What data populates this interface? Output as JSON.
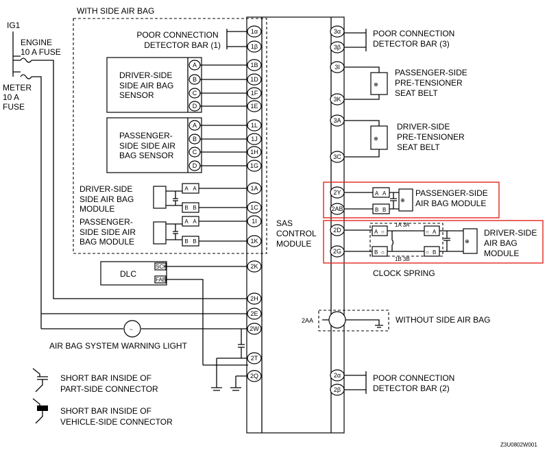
{
  "labels": {
    "with_side_air_bag": "WITH SIDE AIR BAG",
    "ig1": "IG1",
    "engine_fuse": [
      "ENGINE",
      "10 A FUSE"
    ],
    "meter_fuse": [
      "METER",
      "10 A",
      "FUSE"
    ],
    "poor_conn_1": [
      "POOR CONNECTION",
      "DETECTOR BAR (1)"
    ],
    "driver_side_sensor": [
      "DRIVER-SIDE",
      "SIDE AIR BAG",
      "SENSOR"
    ],
    "passenger_side_sensor": [
      "PASSENGER-",
      "SIDE SIDE AIR",
      "BAG SENSOR"
    ],
    "driver_side_module": [
      "DRIVER-SIDE",
      "SIDE AIR BAG",
      "MODULE"
    ],
    "passenger_side_module": [
      "PASSENGER-",
      "SIDE SIDE AIR",
      "BAG MODULE"
    ],
    "dlc": "DLC",
    "warning_light": "AIR BAG SYSTEM WARNING LIGHT",
    "sas_module": [
      "SAS",
      "CONTROL",
      "MODULE"
    ],
    "poor_conn_3": [
      "POOR CONNECTION",
      "DETECTOR BAR (3)"
    ],
    "passenger_pretensioner": [
      "PASSENGER-SIDE",
      "PRE-TENSIONER",
      "SEAT BELT"
    ],
    "driver_pretensioner": [
      "DRIVER-SIDE",
      "PRE-TENSIONER",
      "SEAT BELT"
    ],
    "passenger_airbag": [
      "PASSENGER-SIDE",
      "AIR BAG MODULE"
    ],
    "driver_airbag": [
      "DRIVER-SIDE",
      "AIR BAG",
      "MODULE"
    ],
    "clock_spring": "CLOCK SPRING",
    "clock_pins_top": "1A  3A",
    "clock_pins_bottom": "1B  3B",
    "without_side_air_bag": "WITHOUT SIDE AIR BAG",
    "poor_conn_2": [
      "POOR CONNECTION",
      "DETECTOR BAR (2)"
    ],
    "legend_part_side": [
      "SHORT BAR INSIDE OF",
      "PART-SIDE CONNECTOR"
    ],
    "legend_vehicle_side": [
      "SHORT BAR INSIDE OF",
      "VEHICLE-SIDE CONNECTOR"
    ],
    "figure_code": "Z3U0802W001"
  },
  "pins": {
    "left": [
      "1α",
      "1β",
      "1B",
      "1D",
      "1F",
      "1E",
      "1L",
      "1J",
      "1H",
      "1G",
      "1A",
      "1C",
      "1I",
      "1K",
      "2K",
      "2H",
      "2E",
      "2W",
      "2T",
      "2Q"
    ],
    "right": [
      "3α",
      "3β",
      "3I",
      "3K",
      "3A",
      "3C",
      "2Y",
      "2AB",
      "2D",
      "2G",
      "2AA",
      "2α",
      "2β"
    ],
    "sensor": [
      "A",
      "B",
      "C",
      "D"
    ],
    "module": [
      "A",
      "B"
    ],
    "dlc": [
      "SCK",
      "FAB"
    ]
  },
  "colors": {
    "highlight": "#e0241b",
    "line": "#000000"
  }
}
